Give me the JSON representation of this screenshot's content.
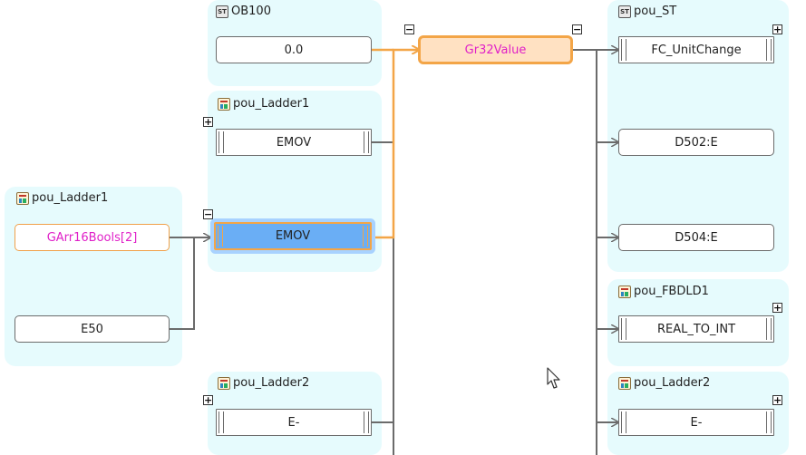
{
  "groups": [
    {
      "id": "ob100",
      "header": "OB100",
      "icon": "st-program-icon"
    },
    {
      "id": "pou_ladder1_mid",
      "header": "pou_Ladder1",
      "icon": "ladder-program-icon"
    },
    {
      "id": "pou_ladder1_left",
      "header": "pou_Ladder1",
      "icon": "ladder-program-icon"
    },
    {
      "id": "pou_ladder2_mid",
      "header": "pou_Ladder2",
      "icon": "ladder-program-icon"
    },
    {
      "id": "pou_st",
      "header": "pou_ST",
      "icon": "st-program-icon"
    },
    {
      "id": "pou_fbdld1",
      "header": "pou_FBDLD1",
      "icon": "fbd-program-icon"
    },
    {
      "id": "pou_ladder2_right",
      "header": "pou_Ladder2",
      "icon": "ladder-program-icon"
    }
  ],
  "nodes": {
    "ob100_value": "0.0",
    "emov_top": "EMOV",
    "emov_selected": "EMOV",
    "garr": "GArr16Bools[2]",
    "e50": "E50",
    "e_minus_mid": "E-",
    "gr32value": "Gr32Value",
    "fc_unitchange": "FC_UnitChange",
    "d502": "D502:E",
    "d504": "D504:E",
    "real_to_int": "REAL_TO_INT",
    "e_minus_right": "E-"
  },
  "expanders": {
    "collapse": "−",
    "expand": "+"
  },
  "colors": {
    "group_bg": "#e6fbfd",
    "highlight_wire": "#f3a547",
    "wire": "#6b6b6b",
    "selected_fill": "#6aaef5",
    "magenta_text": "#e020c8"
  }
}
